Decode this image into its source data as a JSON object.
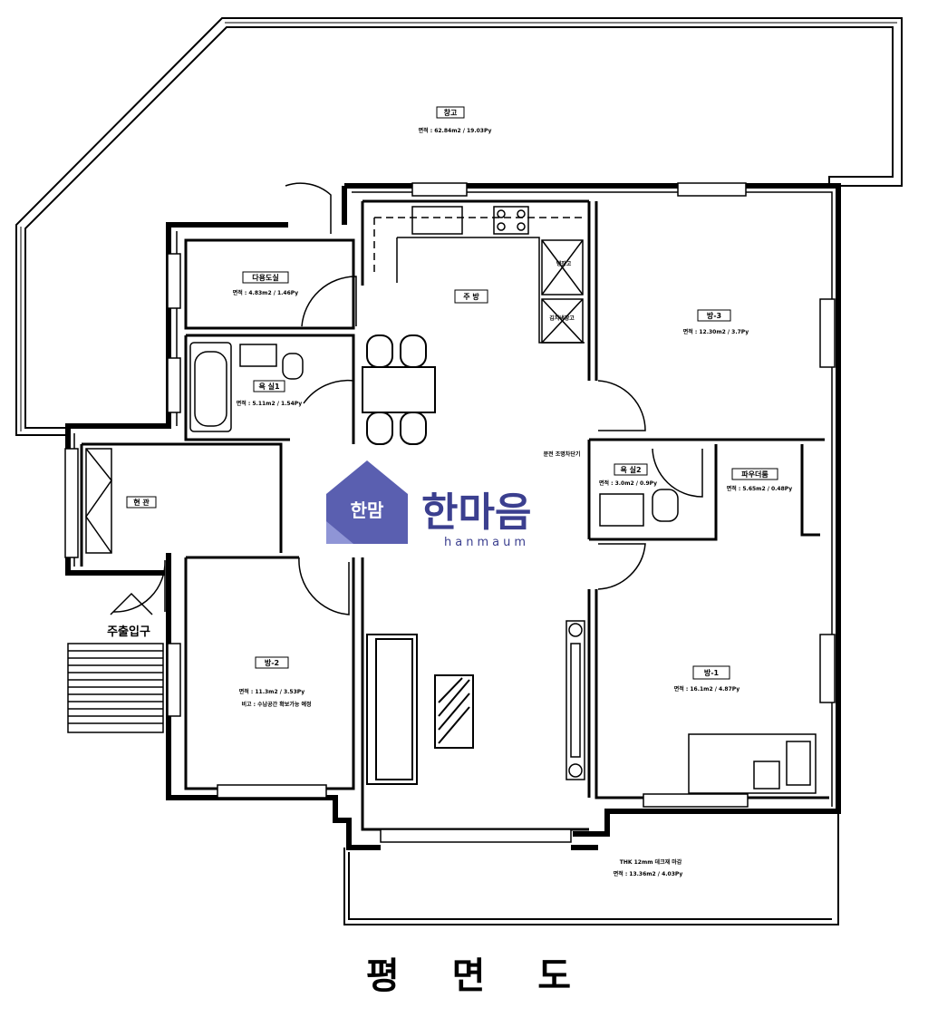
{
  "title": "평 면 도",
  "entrance": "주출입구",
  "rooms": {
    "storage": {
      "name": "창고",
      "area": "면적 : 62.84m2 / 19.03Py"
    },
    "multi": {
      "name": "다용도실",
      "area": "면적 : 4.83m2 / 1.46Py"
    },
    "kitchen": {
      "name": "주 방"
    },
    "fridge": {
      "name": "냉장고"
    },
    "kimchi": {
      "name": "김치냉장고"
    },
    "bath1": {
      "name": "욕 실1",
      "area": "면적 : 5.11m2 / 1.54Py"
    },
    "room3": {
      "name": "방-3",
      "area": "면적 : 12.30m2 / 3.7Py"
    },
    "bath2": {
      "name": "욕 실2",
      "area": "면적 : 3.0m2 / 0.9Py"
    },
    "dress": {
      "name": "파우더룸",
      "area": "면적 : 5.65m2 / 0.48Py"
    },
    "shoes": {
      "name": "현 관"
    },
    "room2": {
      "name": "방-2",
      "area": "면적 : 11.3m2 / 3.53Py",
      "note": "비고 : 수납공간 확보가능 예정"
    },
    "room1": {
      "name": "방-1",
      "area": "면적 : 16.1m2 / 4.87Py"
    },
    "balcony": {
      "line1": "THK 12mm 데크재 마감",
      "line2": "면적 : 13.36m2 / 4.03Py"
    },
    "switch": {
      "name": "분전 조명차단기"
    }
  },
  "watermark": {
    "main": "한마음",
    "sub": "hanmaum",
    "logo": "한맘"
  },
  "colors": {
    "line": "#000000",
    "brand": "#3b3f8f",
    "brand_light": "#8f95d6"
  }
}
